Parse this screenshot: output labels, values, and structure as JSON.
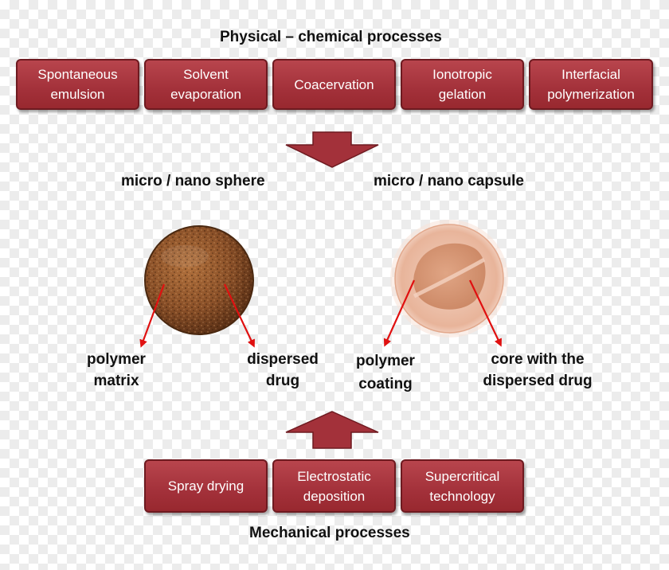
{
  "physical": {
    "title": "Physical – chemical processes",
    "boxes": [
      {
        "line1": "Spontaneous",
        "line2": "emulsion"
      },
      {
        "line1": "Solvent",
        "line2": "evaporation"
      },
      {
        "line1": "Coacervation",
        "line2": ""
      },
      {
        "line1": "Ionotropic",
        "line2": "gelation"
      },
      {
        "line1": "Interfacial",
        "line2": "polymerization"
      }
    ]
  },
  "sphere": {
    "title": "micro / nano sphere",
    "label_left": {
      "line1": "polymer",
      "line2": "matrix"
    },
    "label_right": {
      "line1": "dispersed",
      "line2": "drug"
    }
  },
  "capsule": {
    "title": "micro / nano capsule",
    "label_left": {
      "line1": "polymer",
      "line2": "coating"
    },
    "label_right": {
      "line1": "core with the",
      "line2": "dispersed drug"
    }
  },
  "mechanical": {
    "title": "Mechanical processes",
    "boxes": [
      {
        "line1": "Spray drying",
        "line2": ""
      },
      {
        "line1": "Electrostatic",
        "line2": "deposition"
      },
      {
        "line1": "Supercritical",
        "line2": "technology"
      }
    ]
  },
  "colors": {
    "box_fill": "#a3313a",
    "arrow_fill": "#a3313a",
    "pointer_red": "#e01010",
    "sphere_brown": "#8a5028",
    "capsule_peach": "#e8b49a"
  }
}
